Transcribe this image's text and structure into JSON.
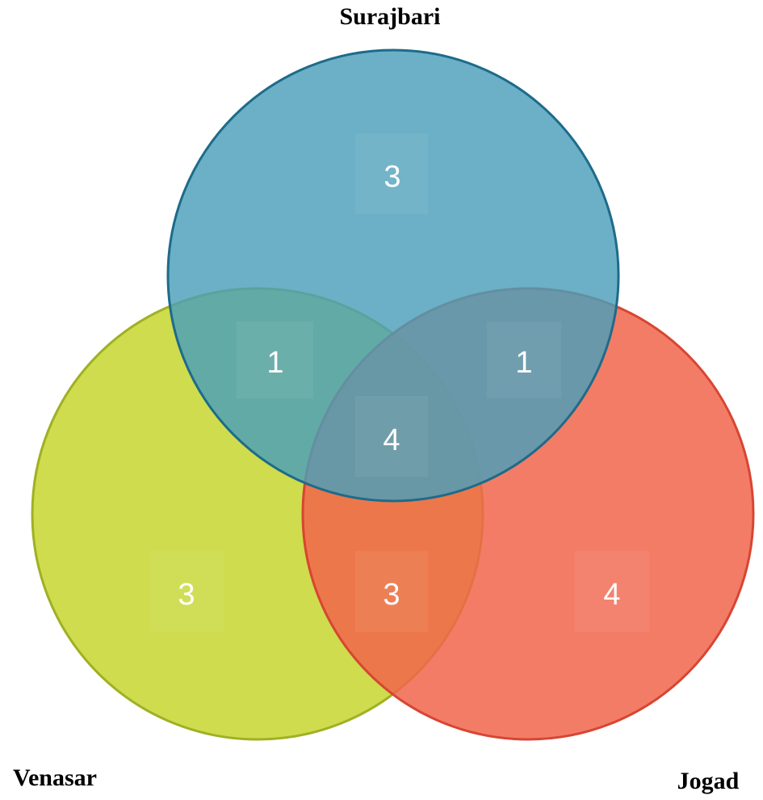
{
  "sets": [
    {
      "id": "surajbari",
      "name": "Surajbari",
      "fill": "#4a9fba",
      "stroke": "#1e6b8a"
    },
    {
      "id": "venasar",
      "name": "Venasar",
      "fill": "#c5d62e",
      "stroke": "#9fb023"
    },
    {
      "id": "jogad",
      "name": "Jogad",
      "fill": "#f1654b",
      "stroke": "#d84532"
    }
  ],
  "regions": {
    "surajbari_only": "3",
    "venasar_only": "3",
    "jogad_only": "4",
    "surajbari_venasar": "1",
    "surajbari_jogad": "1",
    "venasar_jogad": "3",
    "all_three": "4"
  }
}
